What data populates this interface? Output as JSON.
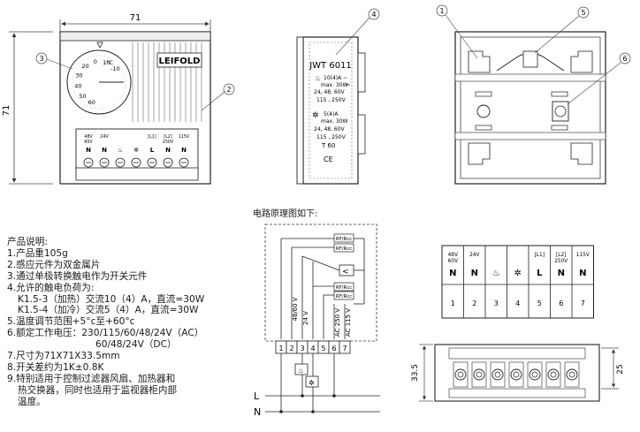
{
  "front_view": {
    "dim_width": "71",
    "dim_height": "71",
    "brand": "LEIFOLD",
    "dial_numbers": [
      "10",
      "0",
      "-10",
      "20",
      "30",
      "40",
      "50",
      "60"
    ],
    "dial_unit": "°C",
    "callout_dial": "3",
    "callout_housing": "2",
    "terminal_voltage_labels": [
      "48V\n60V",
      "24V",
      "",
      "",
      "[L1]",
      "[L2]\n250V",
      "115V"
    ],
    "terminal_letters": [
      "N",
      "N",
      "",
      "",
      "L",
      "N",
      "N"
    ],
    "terminal_numbers": [
      "1",
      "2",
      "3",
      "4",
      "5",
      "6",
      "7"
    ]
  },
  "side_view": {
    "callout": "4",
    "model": "JWT 6011",
    "heat_rating": "10(4)A",
    "heat_max": "max. 30W",
    "heat_dc_volts": "24, 48, 60V",
    "heat_ac_volts": "115 , 250V",
    "cool_rating": "5(4)A",
    "cool_max": "max. 30W",
    "cool_dc_volts": "24, 48, 60V",
    "cool_ac_volts": "115 , 250V",
    "tsym": "T 60",
    "ce_mark": "CE",
    "dc_sym": "⎓",
    "ac_sym": "~"
  },
  "back_view": {
    "callout_1": "1",
    "callout_5": "5",
    "callout_6": "6"
  },
  "circuit": {
    "title": "电路原理图如下:",
    "rf_labels": [
      "RF/Rcc",
      "RF/Rcc",
      "RF/Rcc",
      "RF/Rcc"
    ],
    "vertical_labels": [
      "48/60 V",
      "24 V",
      "AC 250 V",
      "AC 115 V"
    ],
    "terminal_numbers": [
      "1",
      "2",
      "3",
      "4",
      "5",
      "6",
      "7"
    ],
    "line_L": "L",
    "line_N": "N"
  },
  "terminal_table": {
    "columns": [
      {
        "top": "48V\n60V",
        "letter": "N",
        "num": "1"
      },
      {
        "top": "24V",
        "letter": "N",
        "num": "2"
      },
      {
        "top": "",
        "letter": "heat",
        "num": "3"
      },
      {
        "top": "",
        "letter": "cool",
        "num": "4"
      },
      {
        "top": "[L1]",
        "letter": "L",
        "num": "5"
      },
      {
        "top": "[L2]\n250V",
        "letter": "N",
        "num": "6"
      },
      {
        "top": "115V",
        "letter": "N",
        "num": "7"
      }
    ]
  },
  "bottom_view": {
    "dim_left": "33.5",
    "dim_right": "25"
  },
  "spec": {
    "title": "产品说明:",
    "items": [
      "1.产品重105g",
      "2.感应元件为双金属片",
      "3.通过单极转换触电作为开关元件",
      "4.允许的触电负荷为:",
      "K1.5-3（加热）交流10（4）A，直流=30W",
      "K1.5-4（加冷）交流5（4）A，直流=30W",
      "5.温度调节范围+5°c至+60°c",
      "6.额定工作电压：230/115/60/48/24V（AC）",
      "60/48/24V（DC）",
      "7.尺寸为71X71X33.5mm",
      "8.开关差约为1K±0.8K",
      "9.特别适用于控制过滤器风扇、加热器和",
      "热交换器，同时也适用于监视器柜内部",
      "温度。"
    ]
  }
}
